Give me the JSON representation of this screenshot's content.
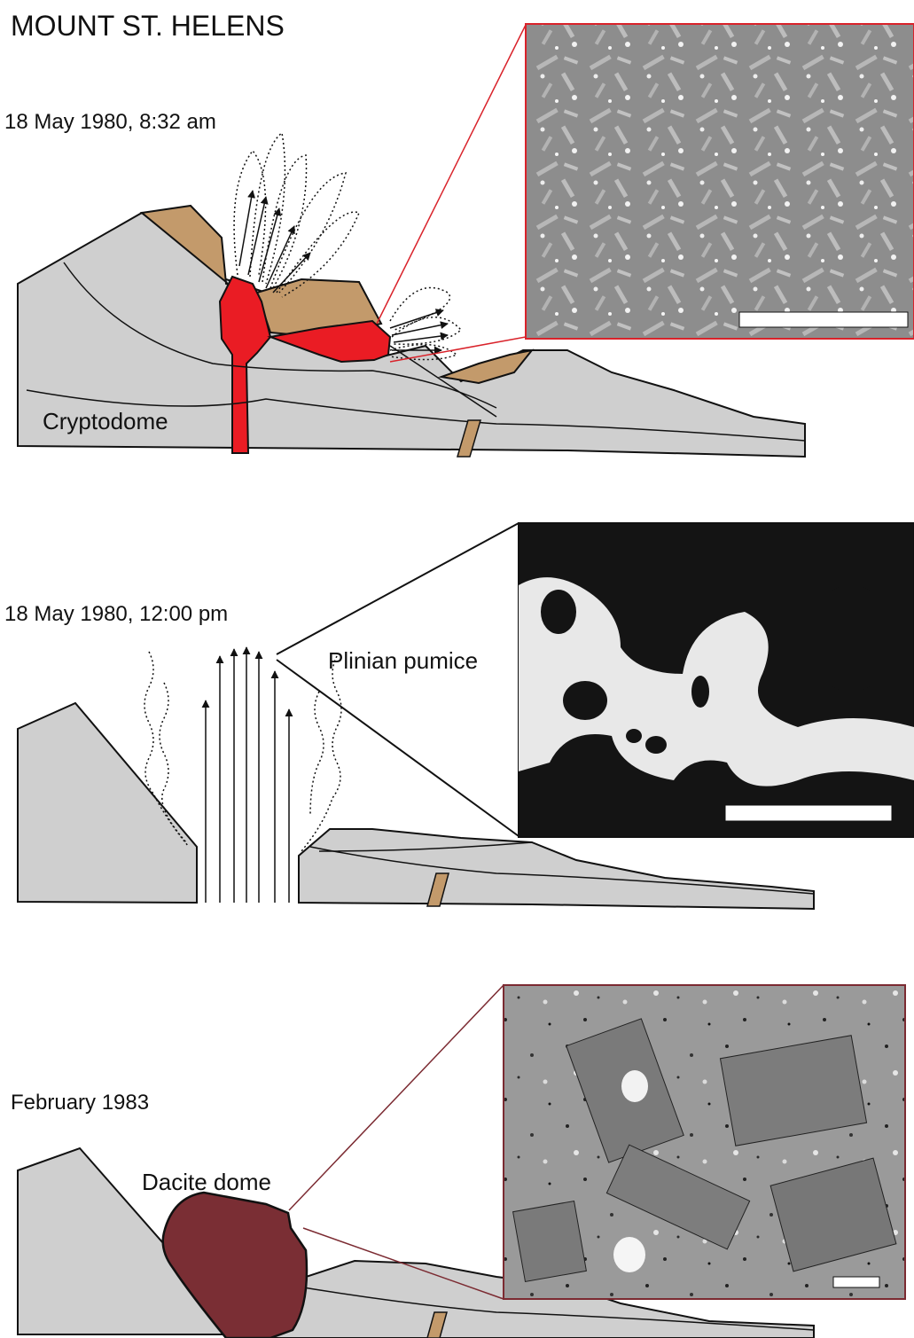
{
  "figure": {
    "title": "MOUNT ST. HELENS",
    "panels": [
      {
        "time": "18 May 1980, 8:32 am",
        "label": "Cryptodome",
        "micrograph": "microlite-rich groundmass"
      },
      {
        "time": "18 May 1980, 12:00 pm",
        "label": "Plinian pumice",
        "micrograph": "vesicular pumice"
      },
      {
        "time": "February 1983",
        "label": "Dacite dome",
        "micrograph": "crystal-rich dome dacite"
      }
    ]
  },
  "colors": {
    "ground": "#cfcfcf",
    "deposit": "#c39a6b",
    "cryptodome": "#ea1c24",
    "dome": "#7a2e34",
    "callout1": "#d9222a",
    "callout2": "#000000",
    "callout3": "#7b2a31"
  }
}
